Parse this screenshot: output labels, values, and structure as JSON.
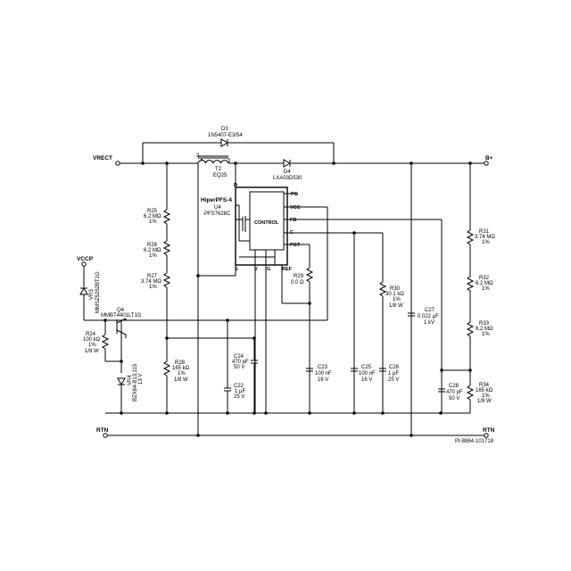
{
  "nets": {
    "vrect": "VRECT",
    "b_plus": "B+",
    "rtn_left": "RTN",
    "rtn_right": "RTN",
    "vccp": "VCCP"
  },
  "ic": {
    "brand": "HiperPFS-4",
    "ref": "U4",
    "part": "PFS7628C",
    "core": "CONTROL",
    "pins": {
      "pg": "PG",
      "vcc": "VCC",
      "fb": "FB",
      "c": "C",
      "pgt": "PGT",
      "d": "D",
      "s": "S",
      "v": "V",
      "g": "G",
      "ref": "REF"
    }
  },
  "components": {
    "d3": [
      "D3",
      "1N5407-E3/54"
    ],
    "t2": [
      "T2",
      "EQ25"
    ],
    "t2_pin2": "2",
    "t2_pin3": "3",
    "d4": [
      "D4",
      "LXA03D530"
    ],
    "r25": [
      "R25",
      "6.2 MΩ",
      "1%"
    ],
    "r26": [
      "R26",
      "6.2 MΩ",
      "1%"
    ],
    "r27": [
      "R27",
      "3.74 MΩ",
      "1%"
    ],
    "vr3": [
      "VR3",
      "MMSZ5252BT1G"
    ],
    "q4": [
      "Q4",
      "MMBT4401LT1G"
    ],
    "r24": [
      "R24",
      "100 kΩ",
      "1%",
      "1/8 W"
    ],
    "vr4": [
      "VR4",
      "BZX84-B13,115",
      "13 V"
    ],
    "r28": [
      "R28",
      "165 kΩ",
      "1%",
      "1/8 W"
    ],
    "c24": [
      "C24",
      "470 pF",
      "50 V"
    ],
    "c22": [
      "C22",
      "1 μF",
      "25 V"
    ],
    "r29": [
      "R29",
      "0.0 Ω"
    ],
    "c23": [
      "C23",
      "100 nF",
      "16 V"
    ],
    "c25": [
      "C25",
      "100 nF",
      "16 V"
    ],
    "r30": [
      "R30",
      "30.1 kΩ",
      "1%",
      "1/8 W"
    ],
    "c26": [
      "C26",
      "1 μF",
      "25 V"
    ],
    "c27": [
      "C27",
      "0.022 μF",
      "1 kV"
    ],
    "r31": [
      "R31",
      "3.74 MΩ",
      "1%"
    ],
    "r32": [
      "R32",
      "6.2 MΩ",
      "1%"
    ],
    "r33": [
      "R33",
      "6.2 MΩ",
      "1%"
    ],
    "c28": [
      "C28",
      "470 pF",
      "50 V"
    ],
    "r34": [
      "R34",
      "165 kΩ",
      "1%",
      "1/8 W"
    ]
  },
  "figure_id": "PI-8864-101718"
}
